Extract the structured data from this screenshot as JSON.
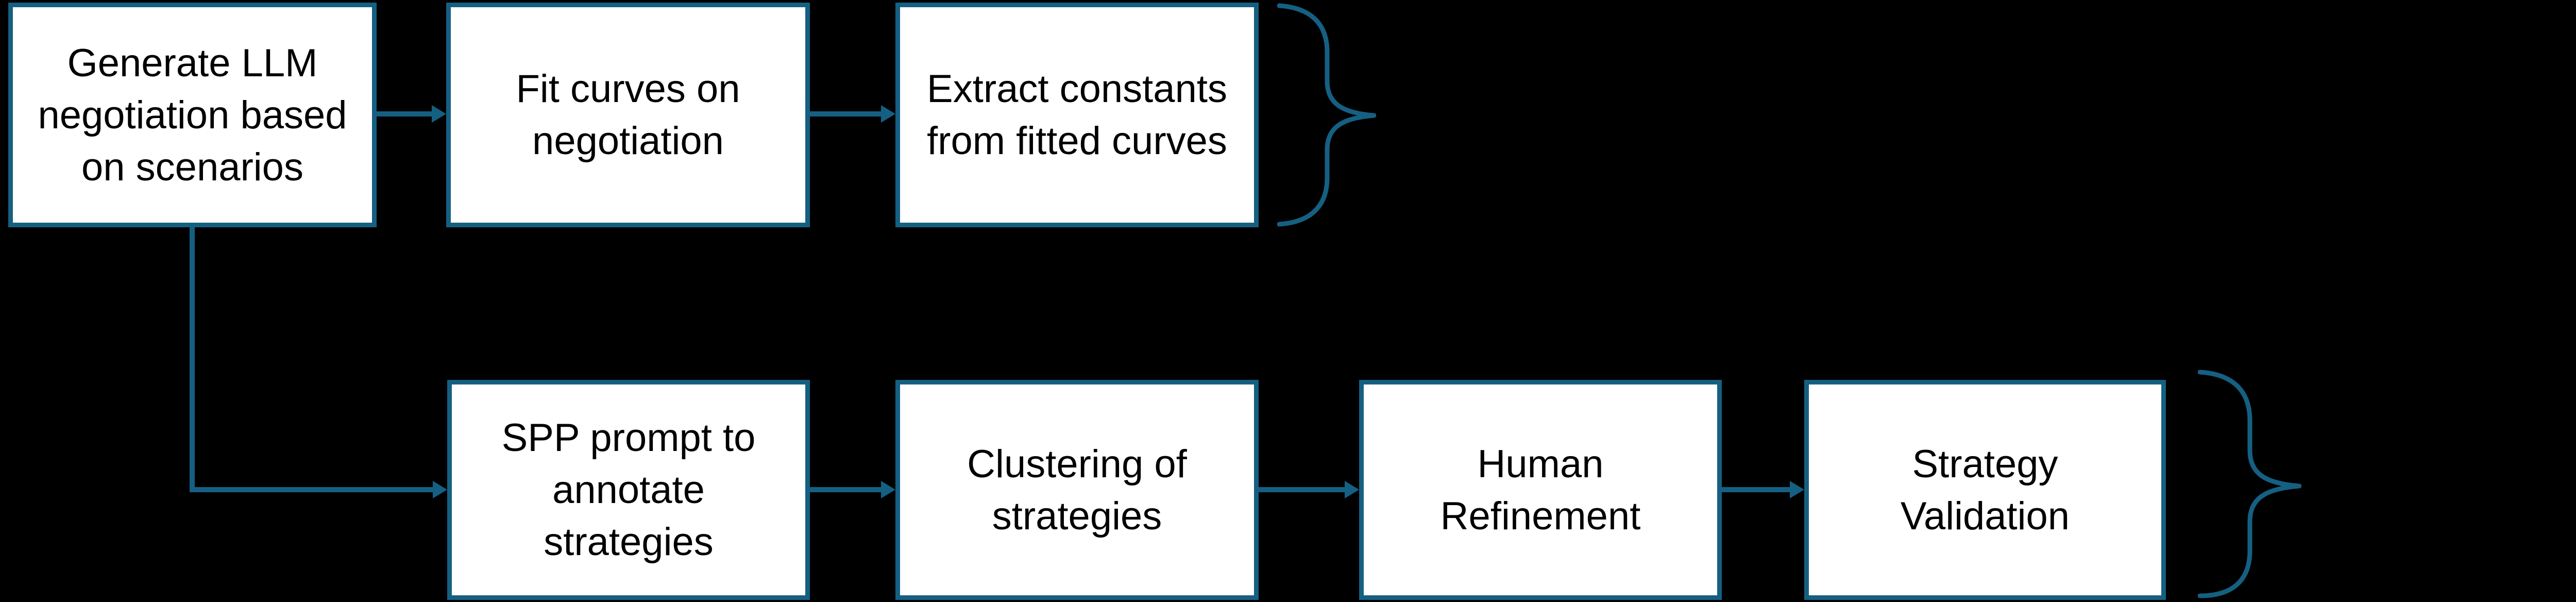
{
  "colors": {
    "background": "#000000",
    "accent": "#156082",
    "box_fill": "#ffffff",
    "text": "#000000"
  },
  "nodes": [
    {
      "label": "Generate LLM\nnegotiation based\non scenarios"
    },
    {
      "label": "Fit curves on\nnegotiation"
    },
    {
      "label": "Extract constants\nfrom fitted curves"
    },
    {
      "label": "SPP prompt to\nannotate\nstrategies"
    },
    {
      "label": "Clustering of\nstrategies"
    },
    {
      "label": "Human\nRefinement"
    },
    {
      "label": "Strategy\nValidation"
    }
  ]
}
